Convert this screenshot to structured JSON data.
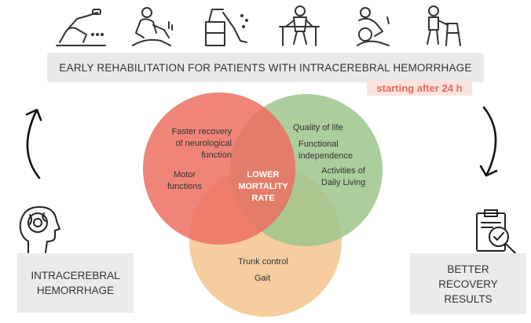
{
  "banner": {
    "title": "EARLY REHABILITATION FOR PATIENTS WITH INTRACEREBRAL HEMORRHAGE",
    "timing": "starting after 24 h"
  },
  "top_icons": [
    "leg-exercise-icon",
    "assisted-arm-therapy-icon",
    "leg-raise-icon",
    "parallel-bars-walking-icon",
    "head-support-therapy-icon",
    "walker-icon"
  ],
  "left_box": {
    "text": "INTRACEREBRAL\nHEMORRHAGE"
  },
  "right_box": {
    "text": "BETTER\nRECOVERY\nRESULTS"
  },
  "venn": {
    "colors": {
      "red": "#ec6f62",
      "green": "#9dc48b",
      "orange": "#f4c48d"
    },
    "red_labels": [
      "Faster recovery\nof neurological\nfunction",
      "Motor\nfunctions"
    ],
    "green_labels": [
      "Quality of life",
      "Functional\nindependence",
      "Activities of\nDaily Living"
    ],
    "orange_labels": [
      "Trunk control",
      "Gait"
    ],
    "center": "LOWER\nMORTALITY\nRATE"
  }
}
